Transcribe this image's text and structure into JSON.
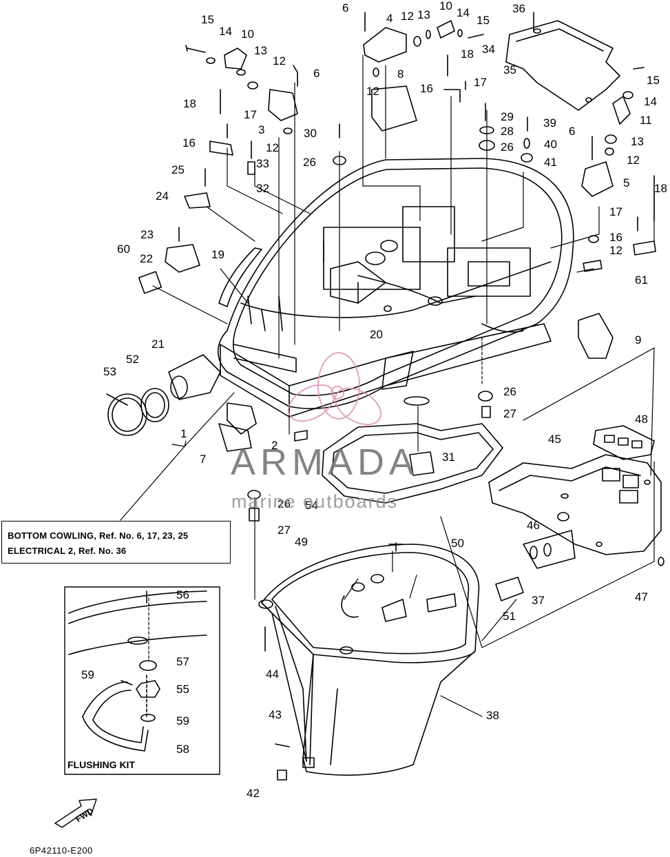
{
  "callouts": [
    {
      "id": "c-15a",
      "text": "15"
    },
    {
      "id": "c-14a",
      "text": "14"
    },
    {
      "id": "c-10a",
      "text": "10"
    },
    {
      "id": "c-13a",
      "text": "13"
    },
    {
      "id": "c-12a",
      "text": "12"
    },
    {
      "id": "c-6a",
      "text": "6"
    },
    {
      "id": "c-18a",
      "text": "18"
    },
    {
      "id": "c-17a",
      "text": "17"
    },
    {
      "id": "c-3",
      "text": "3"
    },
    {
      "id": "c-12b",
      "text": "12"
    },
    {
      "id": "c-16a",
      "text": "16"
    },
    {
      "id": "c-33",
      "text": "33"
    },
    {
      "id": "c-32",
      "text": "32"
    },
    {
      "id": "c-25",
      "text": "25"
    },
    {
      "id": "c-24",
      "text": "24"
    },
    {
      "id": "c-23",
      "text": "23"
    },
    {
      "id": "c-22",
      "text": "22"
    },
    {
      "id": "c-60",
      "text": "60"
    },
    {
      "id": "c-19",
      "text": "19"
    },
    {
      "id": "c-21",
      "text": "21"
    },
    {
      "id": "c-52",
      "text": "52"
    },
    {
      "id": "c-53",
      "text": "53"
    },
    {
      "id": "c-1",
      "text": "1"
    },
    {
      "id": "c-7",
      "text": "7"
    },
    {
      "id": "c-2",
      "text": "2"
    },
    {
      "id": "c-6b",
      "text": "6"
    },
    {
      "id": "c-4",
      "text": "4"
    },
    {
      "id": "c-12c",
      "text": "12"
    },
    {
      "id": "c-13b",
      "text": "13"
    },
    {
      "id": "c-10b",
      "text": "10"
    },
    {
      "id": "c-14b",
      "text": "14"
    },
    {
      "id": "c-15b",
      "text": "15"
    },
    {
      "id": "c-18b",
      "text": "18"
    },
    {
      "id": "c-12d",
      "text": "12"
    },
    {
      "id": "c-8",
      "text": "8"
    },
    {
      "id": "c-16b",
      "text": "16"
    },
    {
      "id": "c-17b",
      "text": "17"
    },
    {
      "id": "c-36",
      "text": "36"
    },
    {
      "id": "c-34",
      "text": "34"
    },
    {
      "id": "c-35",
      "text": "35"
    },
    {
      "id": "c-15c",
      "text": "15"
    },
    {
      "id": "c-14c",
      "text": "14"
    },
    {
      "id": "c-11",
      "text": "11"
    },
    {
      "id": "c-29",
      "text": "29"
    },
    {
      "id": "c-28",
      "text": "28"
    },
    {
      "id": "c-39",
      "text": "39"
    },
    {
      "id": "c-6c",
      "text": "6"
    },
    {
      "id": "c-13c",
      "text": "13"
    },
    {
      "id": "c-30",
      "text": "30"
    },
    {
      "id": "c-26a",
      "text": "26"
    },
    {
      "id": "c-26b",
      "text": "26"
    },
    {
      "id": "c-40",
      "text": "40"
    },
    {
      "id": "c-41",
      "text": "41"
    },
    {
      "id": "c-12e",
      "text": "12"
    },
    {
      "id": "c-5",
      "text": "5"
    },
    {
      "id": "c-18c",
      "text": "18"
    },
    {
      "id": "c-17c",
      "text": "17"
    },
    {
      "id": "c-16c",
      "text": "16"
    },
    {
      "id": "c-12f",
      "text": "12"
    },
    {
      "id": "c-61",
      "text": "61"
    },
    {
      "id": "c-20",
      "text": "20"
    },
    {
      "id": "c-9",
      "text": "9"
    },
    {
      "id": "c-26c",
      "text": "26"
    },
    {
      "id": "c-27a",
      "text": "27"
    },
    {
      "id": "c-48",
      "text": "48"
    },
    {
      "id": "c-45",
      "text": "45"
    },
    {
      "id": "c-31",
      "text": "31"
    },
    {
      "id": "c-26d",
      "text": "26"
    },
    {
      "id": "c-54",
      "text": "54"
    },
    {
      "id": "c-27b",
      "text": "27"
    },
    {
      "id": "c-46",
      "text": "46"
    },
    {
      "id": "c-49",
      "text": "49"
    },
    {
      "id": "c-50",
      "text": "50"
    },
    {
      "id": "c-37",
      "text": "37"
    },
    {
      "id": "c-51",
      "text": "51"
    },
    {
      "id": "c-47",
      "text": "47"
    },
    {
      "id": "c-44",
      "text": "44"
    },
    {
      "id": "c-38",
      "text": "38"
    },
    {
      "id": "c-43",
      "text": "43"
    },
    {
      "id": "c-42",
      "text": "42"
    },
    {
      "id": "c-56",
      "text": "56"
    },
    {
      "id": "c-57",
      "text": "57"
    },
    {
      "id": "c-59a",
      "text": "59"
    },
    {
      "id": "c-55",
      "text": "55"
    },
    {
      "id": "c-59b",
      "text": "59"
    },
    {
      "id": "c-58",
      "text": "58"
    }
  ],
  "reference_box": {
    "line1": "BOTTOM COWLING,  Ref. No. 6, 17, 23, 25",
    "line2": "ELECTRICAL 2,  Ref. No. 36"
  },
  "flushing_kit_label": "FLUSHING KIT",
  "direction_arrow_label": "FWD",
  "catalog_number": "6P42110-E200",
  "watermark": {
    "title": "ARMADA",
    "subtitle": "marine outboards",
    "accent_color": "#d98fb4"
  },
  "colors": {
    "line": "#000000",
    "background": "#ffffff"
  }
}
